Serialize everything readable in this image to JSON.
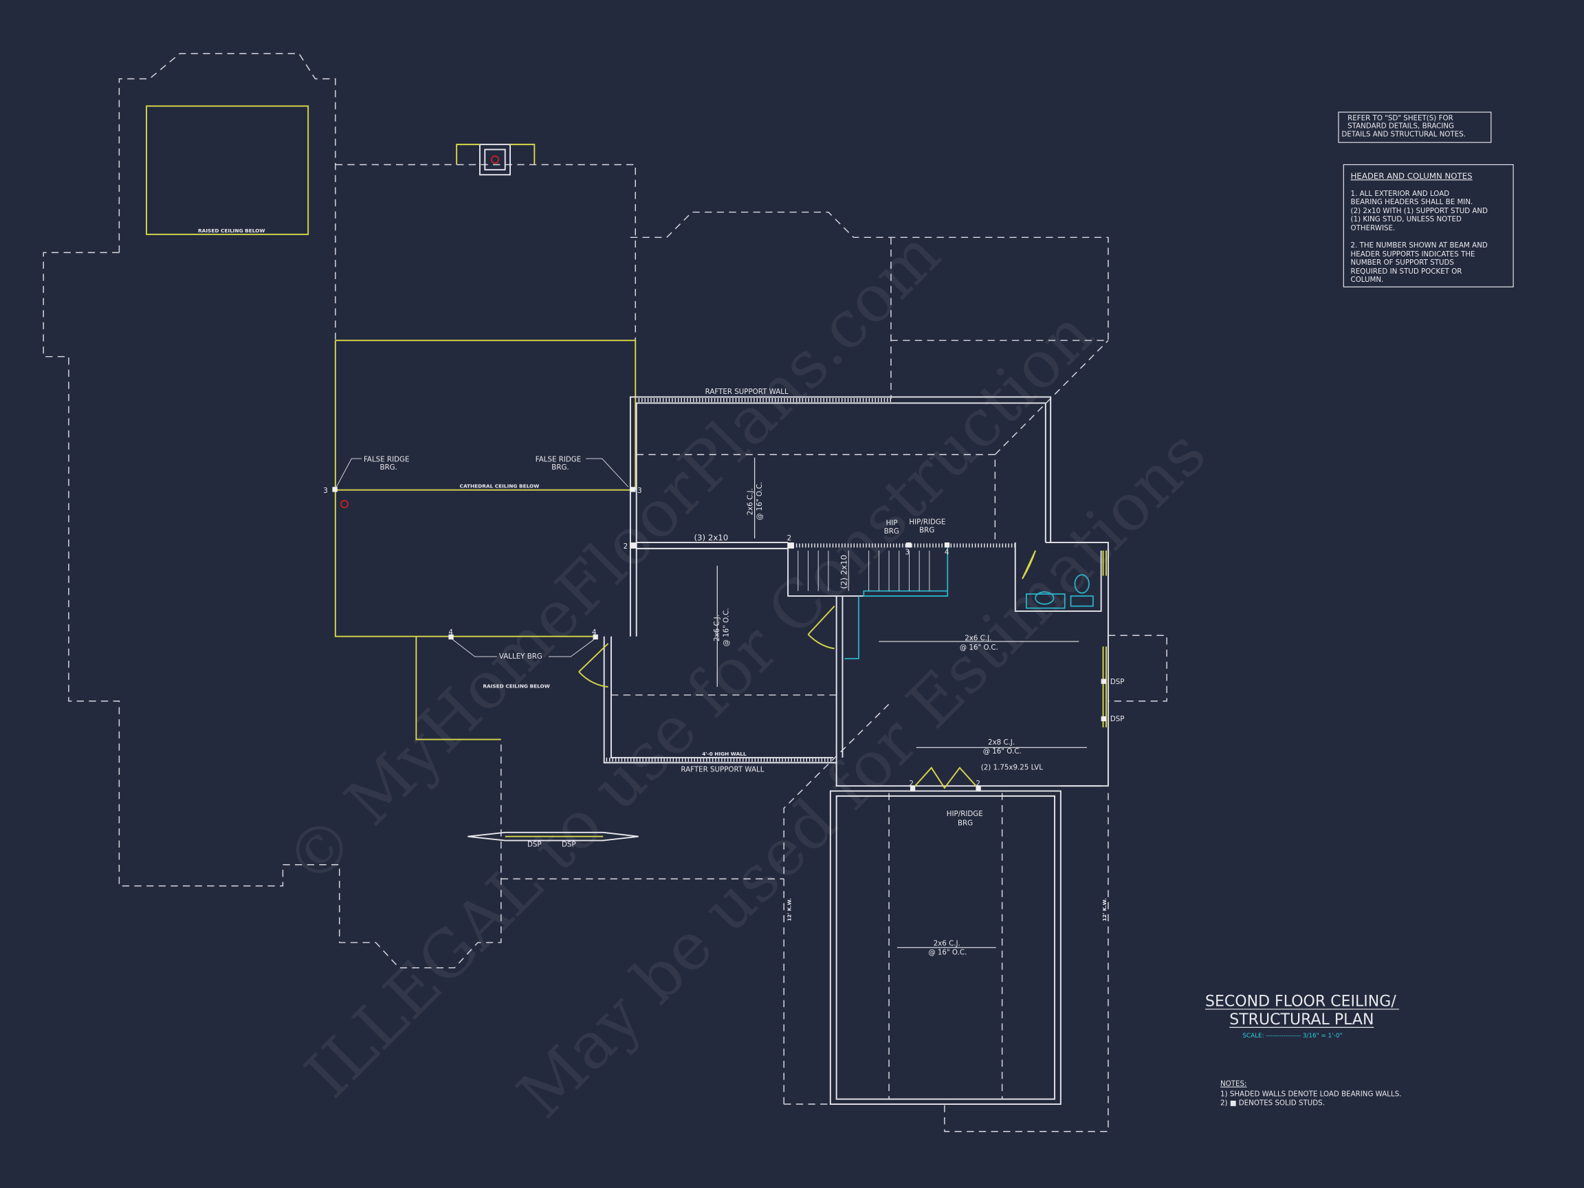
{
  "watermark": {
    "line1": "© MyHomeFloorPlans.com",
    "line2": "ILLEGAL to use for Construction",
    "line3": "May be used for Estimations"
  },
  "refer_note": [
    "REFER TO \"SD\"  SHEET(S) FOR",
    "STANDARD DETAILS, BRACING",
    "DETAILS AND STRUCTURAL NOTES."
  ],
  "header_notes": {
    "title": "HEADER AND COLUMN NOTES",
    "note1": [
      "1. ALL EXTERIOR AND LOAD",
      "BEARING HEADERS SHALL BE MIN.",
      "(2) 2x10 WITH (1) SUPPORT STUD AND",
      "(1) KING STUD, UNLESS NOTED",
      "OTHERWISE."
    ],
    "note2": [
      "2. THE NUMBER SHOWN AT BEAM AND",
      "HEADER SUPPORTS INDICATES THE",
      "NUMBER OF SUPPORT STUDS",
      "REQUIRED IN STUD POCKET OR",
      "COLUMN."
    ]
  },
  "title_block": {
    "line1": "SECOND FLOOR CEILING/",
    "line2": "STRUCTURAL PLAN",
    "scale": "SCALE: ---------------- 3/16\" = 1'-0\""
  },
  "notes": {
    "title": "NOTES:",
    "items": [
      "1) SHADED WALLS DENOTE LOAD BEARING WALLS.",
      "2)  ■ DENOTES SOLID STUDS."
    ]
  },
  "labels": {
    "raised_ceiling_1": "RAISED CEILING BELOW",
    "raised_ceiling_2": "RAISED CEILING BELOW",
    "cathedral": "CATHEDRAL CEILING BELOW",
    "false_ridge_l": [
      "FALSE RIDGE",
      "BRG."
    ],
    "false_ridge_r": [
      "FALSE RIDGE",
      "BRG."
    ],
    "valley": "VALLEY BRG",
    "rafter_top": "RAFTER SUPPORT WALL",
    "rafter_bottom": "RAFTER SUPPORT WALL",
    "high_wall": "4'-0 HIGH WALL",
    "beam_3_2x10": "(3) 2x10",
    "beam_2_2x10": "(2) 2x10",
    "hip": [
      "HIP",
      "BRG"
    ],
    "hip_ridge_top": [
      "HIP/RIDGE",
      "BRG"
    ],
    "hip_ridge_bottom": [
      "HIP/RIDGE",
      "BRG"
    ],
    "lvl": "(2) 1.75x9.25 LVL",
    "cj_a": [
      "2x6 C.J.",
      "@ 16\" O.C."
    ],
    "cj_b": [
      "2x6 C.J.",
      "@ 16\" O.C."
    ],
    "cj_c": [
      "2x6 C.J.",
      "@ 16\" O.C."
    ],
    "cj_d": [
      "2x8 C.J.",
      "@ 16\" O.C."
    ],
    "cj_e": [
      "2x6 C.J.",
      "@ 16\" O.C."
    ],
    "knee_l": "12' K.W.",
    "knee_r": "12' K.W.",
    "dsp": [
      "DSP",
      "DSP",
      "DSP",
      "DSP"
    ],
    "studs": [
      "3",
      "3",
      "2",
      "2",
      "3",
      "4",
      "4",
      "4",
      "2",
      "2"
    ]
  },
  "colors": {
    "background": "#242a3d",
    "walls": "#e6e6ec",
    "ceiling": "#d8d84a",
    "stair": "#2bb3c8",
    "scale": "#2bd0e0"
  }
}
